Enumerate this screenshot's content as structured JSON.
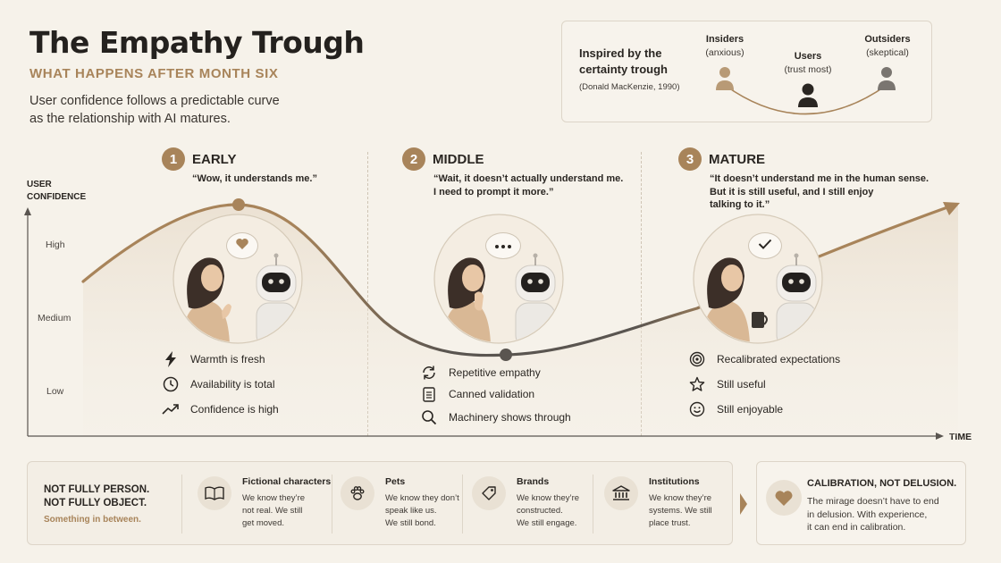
{
  "header": {
    "title": "The Empathy Trough",
    "subtitle": "WHAT HAPPENS AFTER MONTH SIX",
    "intro_line1": "User confidence follows a predictable curve",
    "intro_line2": "as the relationship with AI matures."
  },
  "inspired": {
    "line1": "Inspired by the",
    "line2": "certainty trough",
    "citation": "(Donald MacKenzie, 1990)",
    "groups": [
      {
        "name": "Insiders",
        "note": "(anxious)"
      },
      {
        "name": "Users",
        "note": "(trust most)"
      },
      {
        "name": "Outsiders",
        "note": "(skeptical)"
      }
    ]
  },
  "axes": {
    "y_label_1": "USER",
    "y_label_2": "CONFIDENCE",
    "levels": [
      "High",
      "Medium",
      "Low"
    ],
    "x_label": "TIME"
  },
  "stages": [
    {
      "num": "1",
      "title": "EARLY",
      "quote": [
        "“Wow, it understands me.”"
      ],
      "bubble": "heart",
      "features": [
        {
          "icon": "lightning-icon",
          "label": "Warmth is fresh"
        },
        {
          "icon": "clock-icon",
          "label": "Availability is total"
        },
        {
          "icon": "trend-up-icon",
          "label": "Confidence is high"
        }
      ]
    },
    {
      "num": "2",
      "title": "MIDDLE",
      "quote": [
        "“Wait, it doesn’t actually understand me.",
        "I need to prompt it more.”"
      ],
      "bubble": "dots",
      "features": [
        {
          "icon": "refresh-icon",
          "label": "Repetitive empathy"
        },
        {
          "icon": "document-icon",
          "label": "Canned validation"
        },
        {
          "icon": "magnifier-icon",
          "label": "Machinery shows through"
        }
      ]
    },
    {
      "num": "3",
      "title": "MATURE",
      "quote": [
        "“It doesn’t understand me in the human sense.",
        "But it is still useful, and I still enjoy",
        "talking to it.”"
      ],
      "bubble": "check",
      "features": [
        {
          "icon": "target-icon",
          "label": "Recalibrated expectations"
        },
        {
          "icon": "star-icon",
          "label": "Still useful"
        },
        {
          "icon": "smiley-icon",
          "label": "Still enjoyable"
        }
      ]
    }
  ],
  "footer": {
    "left_line1": "NOT FULLY PERSON.",
    "left_line2": "NOT FULLY OBJECT.",
    "left_sub": "Something in between.",
    "categories": [
      {
        "icon": "book-icon",
        "title": "Fictional characters",
        "lines": [
          "We know they’re",
          "not real. We still",
          "get moved."
        ]
      },
      {
        "icon": "paw-icon",
        "title": "Pets",
        "lines": [
          "We know they don’t",
          "speak like us.",
          "We still bond."
        ]
      },
      {
        "icon": "tag-icon",
        "title": "Brands",
        "lines": [
          "We know they’re",
          "constructed.",
          "We still engage."
        ]
      },
      {
        "icon": "institution-icon",
        "title": "Institutions",
        "lines": [
          "We know they’re",
          "systems. We still",
          "place trust."
        ]
      }
    ],
    "calibration": {
      "title": "CALIBRATION, NOT DELUSION.",
      "lines": [
        "The mirage doesn’t have to end",
        "in delusion. With experience,",
        "it can end in calibration."
      ]
    }
  },
  "colors": {
    "accent": "#a8845a",
    "trough": "#5a5550",
    "background": "#f6f2ea"
  }
}
